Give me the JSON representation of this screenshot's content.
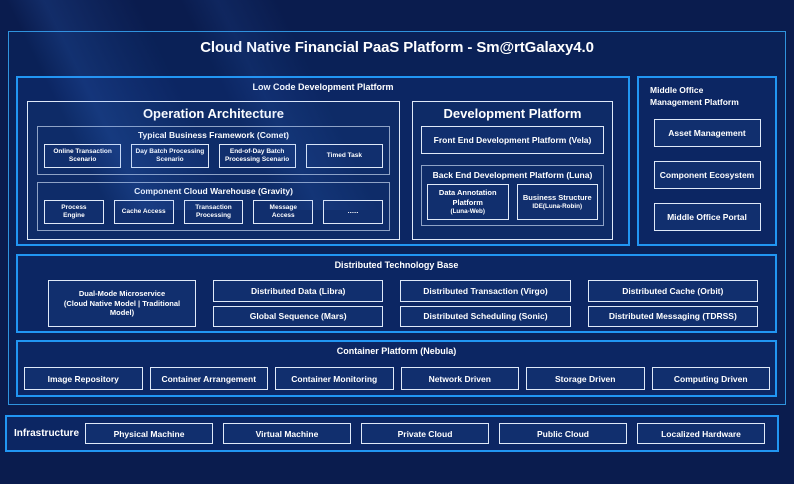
{
  "title": "Cloud Native Financial PaaS Platform - Sm@rtGalaxy4.0",
  "low_code": {
    "label": "Low Code Development Platform",
    "operation": {
      "title": "Operation Architecture",
      "comet": {
        "title": "Typical Business Framework (Comet)",
        "items": [
          "Online Transaction Scenario",
          "Day Batch Processing Scenario",
          "End-of-Day Batch Processing Scenario",
          "Timed Task"
        ]
      },
      "gravity": {
        "title": "Component Cloud Warehouse (Gravity)",
        "items": [
          "Process Engine",
          "Cache Access",
          "Transaction Processing",
          "Message Access",
          "......"
        ]
      }
    },
    "development": {
      "title": "Development Platform",
      "front_end": "Front End Development Platform (Vela)",
      "back_end": {
        "title": "Back End Development Platform (Luna)",
        "items": [
          {
            "name": "Data Annotation Platform",
            "sub": "(Luna-Web)"
          },
          {
            "name": "Business Structure",
            "sub": "IDE(Luna-Robin)"
          }
        ]
      }
    }
  },
  "middle_office": {
    "title": "Middle Office Management Platform",
    "items": [
      "Asset Management",
      "Component Ecosystem",
      "Middle Office Portal"
    ]
  },
  "distributed": {
    "title": "Distributed Technology Base",
    "dual_mode": {
      "line1": "Dual-Mode Microservice",
      "line2": "(Cloud Native Model | Traditional Model)"
    },
    "columns": [
      [
        "Distributed Data (Libra)",
        "Global Sequence (Mars)"
      ],
      [
        "Distributed Transaction (Virgo)",
        "Distributed Scheduling (Sonic)"
      ],
      [
        "Distributed Cache (Orbit)",
        "Distributed Messaging (TDRSS)"
      ]
    ]
  },
  "container_platform": {
    "title": "Container Platform (Nebula)",
    "items": [
      "Image Repository",
      "Container Arrangement",
      "Container Monitoring",
      "Network Driven",
      "Storage Driven",
      "Computing Driven"
    ]
  },
  "infrastructure": {
    "label": "Infrastructure",
    "items": [
      "Physical Machine",
      "Virtual Machine",
      "Private Cloud",
      "Public Cloud",
      "Localized Hardware"
    ]
  },
  "colors": {
    "page_bg": "#0a1c4e",
    "frame_bg": "#0a2157",
    "panel_bg": "#0c2663",
    "box_bg": "#112f6e",
    "panel_border": "#2196f3",
    "frame_border": "#2f93dd",
    "box_border": "#dfe9f8",
    "group_border": "#8fa3c6",
    "text": "#ffffff"
  }
}
